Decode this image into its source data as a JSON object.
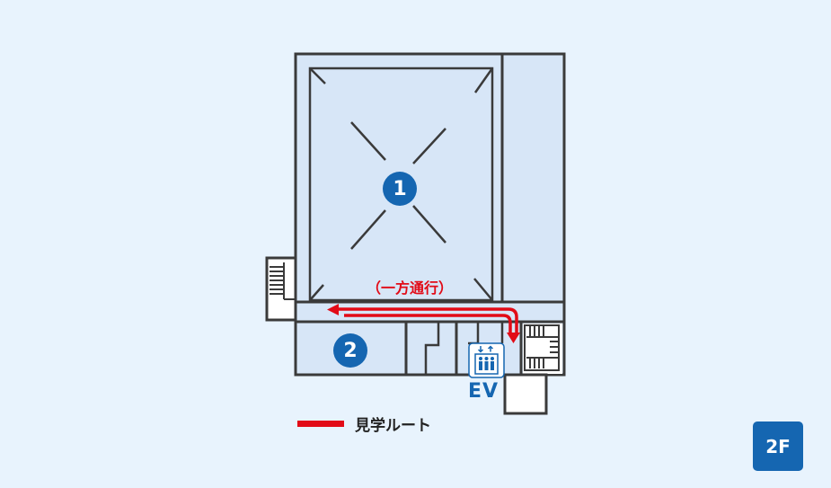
{
  "floor": {
    "label": "2F"
  },
  "rooms": [
    {
      "number": "1"
    },
    {
      "number": "2"
    }
  ],
  "route": {
    "one_way_label": "（一方通行）",
    "color": "#e20b17"
  },
  "elevator": {
    "label": "EV",
    "icon": "elevator-icon"
  },
  "legend": {
    "label": "見学ルート",
    "color": "#e20b17"
  },
  "colors": {
    "background": "#e8f3fd",
    "room_fill": "#d7e6f7",
    "wall": "#3a3a3a",
    "accent": "#1566b1"
  }
}
